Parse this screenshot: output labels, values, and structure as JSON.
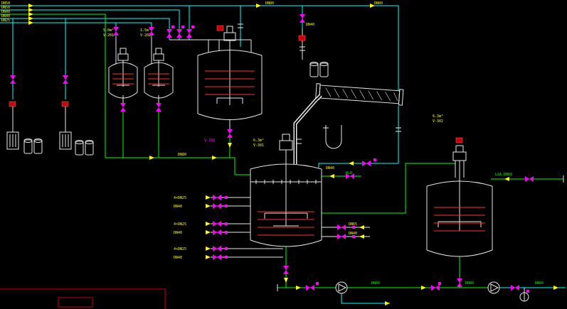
{
  "colors": {
    "background": "#000000",
    "pipe_cyan": "#00ffff",
    "pipe_green": "#00ff00",
    "valve_magenta": "#ff00ff",
    "coil_red": "#ff3030",
    "label_yellow": "#ffff00",
    "equipment_white": "#e8e8e8",
    "instrument_red": "#cc0000"
  },
  "labels": {
    "feed_lines": [
      "DN50",
      "DN50",
      "DN40",
      "DN40",
      "DN25"
    ],
    "pipes": {
      "top_a": "DN80",
      "top_b": "DN80",
      "main": "DN80",
      "vent": "DN40",
      "h2o": "H₂O",
      "h2o_size": "DN40",
      "right_a": "DN65",
      "right_b": "DN40",
      "lsa": "LSA DN80",
      "bottom_a": "DN80",
      "bottom_b": "DN80",
      "bottom_c": "DN80"
    },
    "feeds": [
      "4×DN25",
      "DN40",
      "4×DN25",
      "DN40",
      "4×DN25",
      "DN40"
    ],
    "vessels": {
      "v201_cap": "5.0m³",
      "v201_tag": "V-201",
      "v202_cap": "1.5m³",
      "v202_tag": "V-202",
      "v203_tag": "V-203",
      "v301_cap": "6.3m³",
      "v301_tag": "V-301",
      "v302_cap": "6.3m³",
      "v302_tag": "V-302"
    }
  }
}
